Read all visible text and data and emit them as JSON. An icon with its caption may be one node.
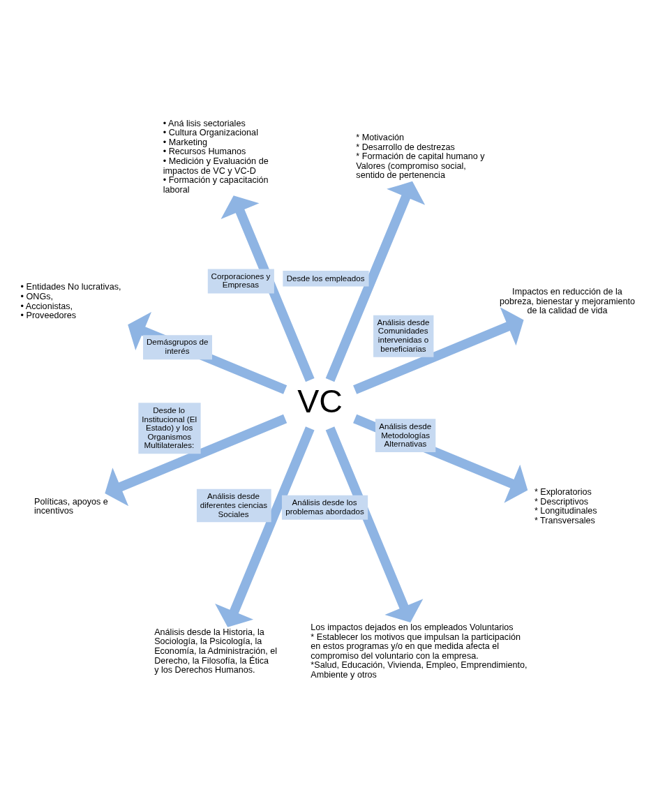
{
  "diagram": {
    "nodes": [
      {
        "text": [
          "Impactos en reducción de la pobreza, bienestar y mejoramiento de la calidad de vida"
        ]
      },
      {
        "text": [
          "* Motivación",
          "* Desarrollo de destrezas",
          "* Formación de capital humano y Valores (compromiso social, sentido de pertenencia"
        ]
      },
      {
        "text": [
          "• Aná lisis sectoriales",
          "• Cultura Organizacional",
          "• Marketing",
          "• Recursos Humanos",
          "• Medición y Evaluación de impactos de VC y VC-D",
          "• Formación y capacitación laboral"
        ]
      },
      {
        "text": [
          "• Entidades No lucrativas,",
          "• ONGs,",
          "• Accionistas,",
          "• Proveedores"
        ]
      },
      {
        "text": [
          "VC"
        ]
      },
      {
        "text": [
          "Políticas, apoyos e incentivos"
        ]
      },
      {
        "text": [
          "Análisis desde la Historia, la Sociología, la Psicología, la Economía, la Administración, el Derecho, la Filosofía, la Ética y los Derechos Humanos."
        ]
      },
      {
        "text": [
          "Los impactos dejados en los empleados Voluntarios",
          "* Establecer los motivos que impulsan la participación en estos programas y/o en que medida afecta el compromiso del voluntario con la empresa.",
          "*Salud, Educación, Vivienda, Empleo, Emprendimiento, Ambiente y otros"
        ]
      },
      {
        "text": [
          "* Exploratorios",
          "* Descriptivos",
          "* Longitudinales",
          "* Transversales"
        ]
      }
    ],
    "edges": [
      {
        "from": 4,
        "to": 0,
        "arrow": "to",
        "label": "Análisis desde Comunidades intervenidas o beneficiarias"
      },
      {
        "from": 4,
        "to": 1,
        "arrow": "to",
        "label": "Desde los empleados"
      },
      {
        "from": 4,
        "to": 3,
        "arrow": "to",
        "label": "Demásgrupos de interés"
      },
      {
        "from": 4,
        "to": 6,
        "arrow": "to",
        "label": "Análisis desde diferentes ciencias Sociales"
      },
      {
        "from": 4,
        "to": 7,
        "arrow": "to",
        "label": "Análisis desde los problemas abordados"
      },
      {
        "from": 4,
        "to": 8,
        "arrow": "to",
        "label": "Análisis desde Metodologías Alternativas"
      },
      {
        "from": 4,
        "to": 5,
        "arrow": "to",
        "label": "Desde lo Institucional (El Estado) y los Organismos Multilaterales:"
      },
      {
        "from": 4,
        "to": 2,
        "arrow": "to",
        "label": "Corporaciones y Empresas"
      }
    ]
  }
}
